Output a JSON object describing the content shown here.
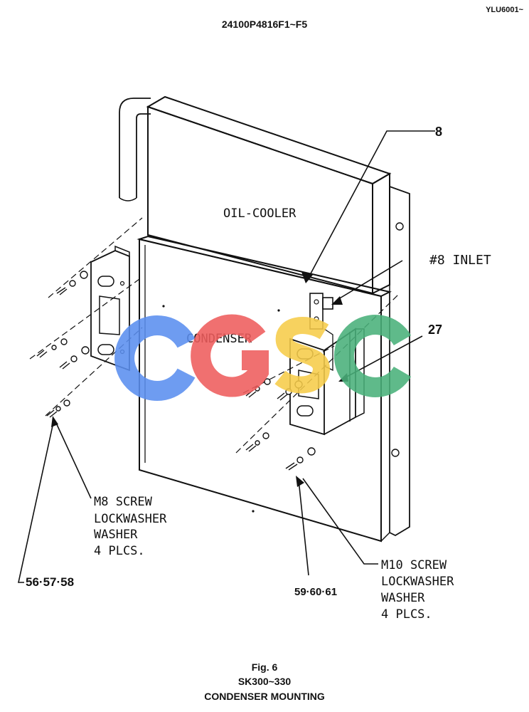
{
  "header": {
    "doc_code": "YLU6001~",
    "part_number": "24100P4816F1~F5"
  },
  "labels": {
    "oil_cooler": "OIL-COOLER",
    "condenser": "CONDENSER",
    "inlet": "#8 INLET",
    "m8_lines": [
      "M8 SCREW",
      "LOCKWASHER",
      "WASHER",
      "4 PLCS."
    ],
    "m10_lines": [
      "M10 SCREW",
      "LOCKWASHER",
      "WASHER",
      "4 PLCS."
    ]
  },
  "callouts": {
    "item_8": "8",
    "item_27": "27",
    "items_m8": "56·57·58",
    "items_m10": "59·60·61"
  },
  "watermark": {
    "letters": [
      "C",
      "G",
      "S",
      "C"
    ],
    "colors": [
      "#5b8ff0",
      "#ef5d5d",
      "#f6cc4a",
      "#49b07a"
    ]
  },
  "caption": {
    "fig": "Fig. 6",
    "model": "SK300~330",
    "title": "CONDENSER MOUNTING"
  }
}
